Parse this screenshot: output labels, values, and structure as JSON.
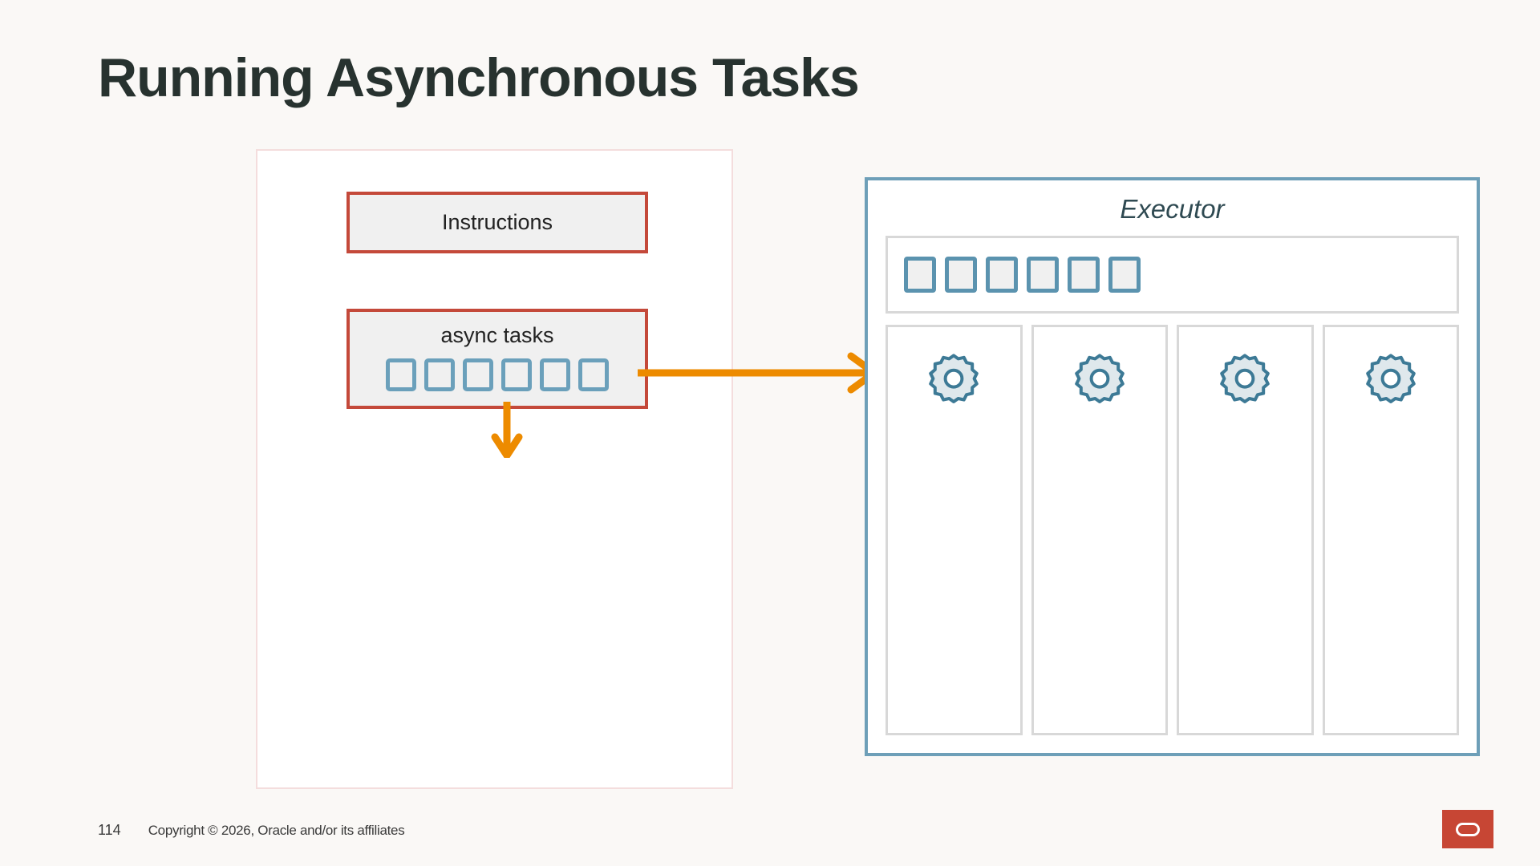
{
  "slide": {
    "title": "Running Asynchronous Tasks",
    "background_color": "#faf8f6",
    "title_color": "#27322f"
  },
  "producer": {
    "panel_border_color": "#f4dddd",
    "box_border_color": "#c4493a",
    "box_fill_color": "#f0f0f0",
    "instructions_label": "Instructions",
    "async_tasks_label": "async tasks",
    "task_square_color": "#6ba0bb",
    "task_square_count": 6
  },
  "arrows": {
    "color": "#ED8B00",
    "down_arrow_name": "instructions-to-async-arrow",
    "right_arrow_name": "async-to-executor-arrow"
  },
  "executor": {
    "title": "Executor",
    "panel_border_color": "#6e9fb8",
    "title_color": "#2f4a52",
    "queue_border_color": "#d8d8d8",
    "queue_square_color": "#5b93af",
    "queue_square_fill": "#f0f0f0",
    "queue_square_count": 6,
    "worker_border_color": "#d8d8d8",
    "worker_count": 4,
    "gear_stroke_color": "#3d7a96",
    "gear_fill_color": "#dfe8ec"
  },
  "footer": {
    "page_number": "114",
    "copyright": "Copyright © 2026, Oracle and/or its affiliates",
    "logo_background": "#c74634",
    "logo_name": "oracle-logo"
  }
}
